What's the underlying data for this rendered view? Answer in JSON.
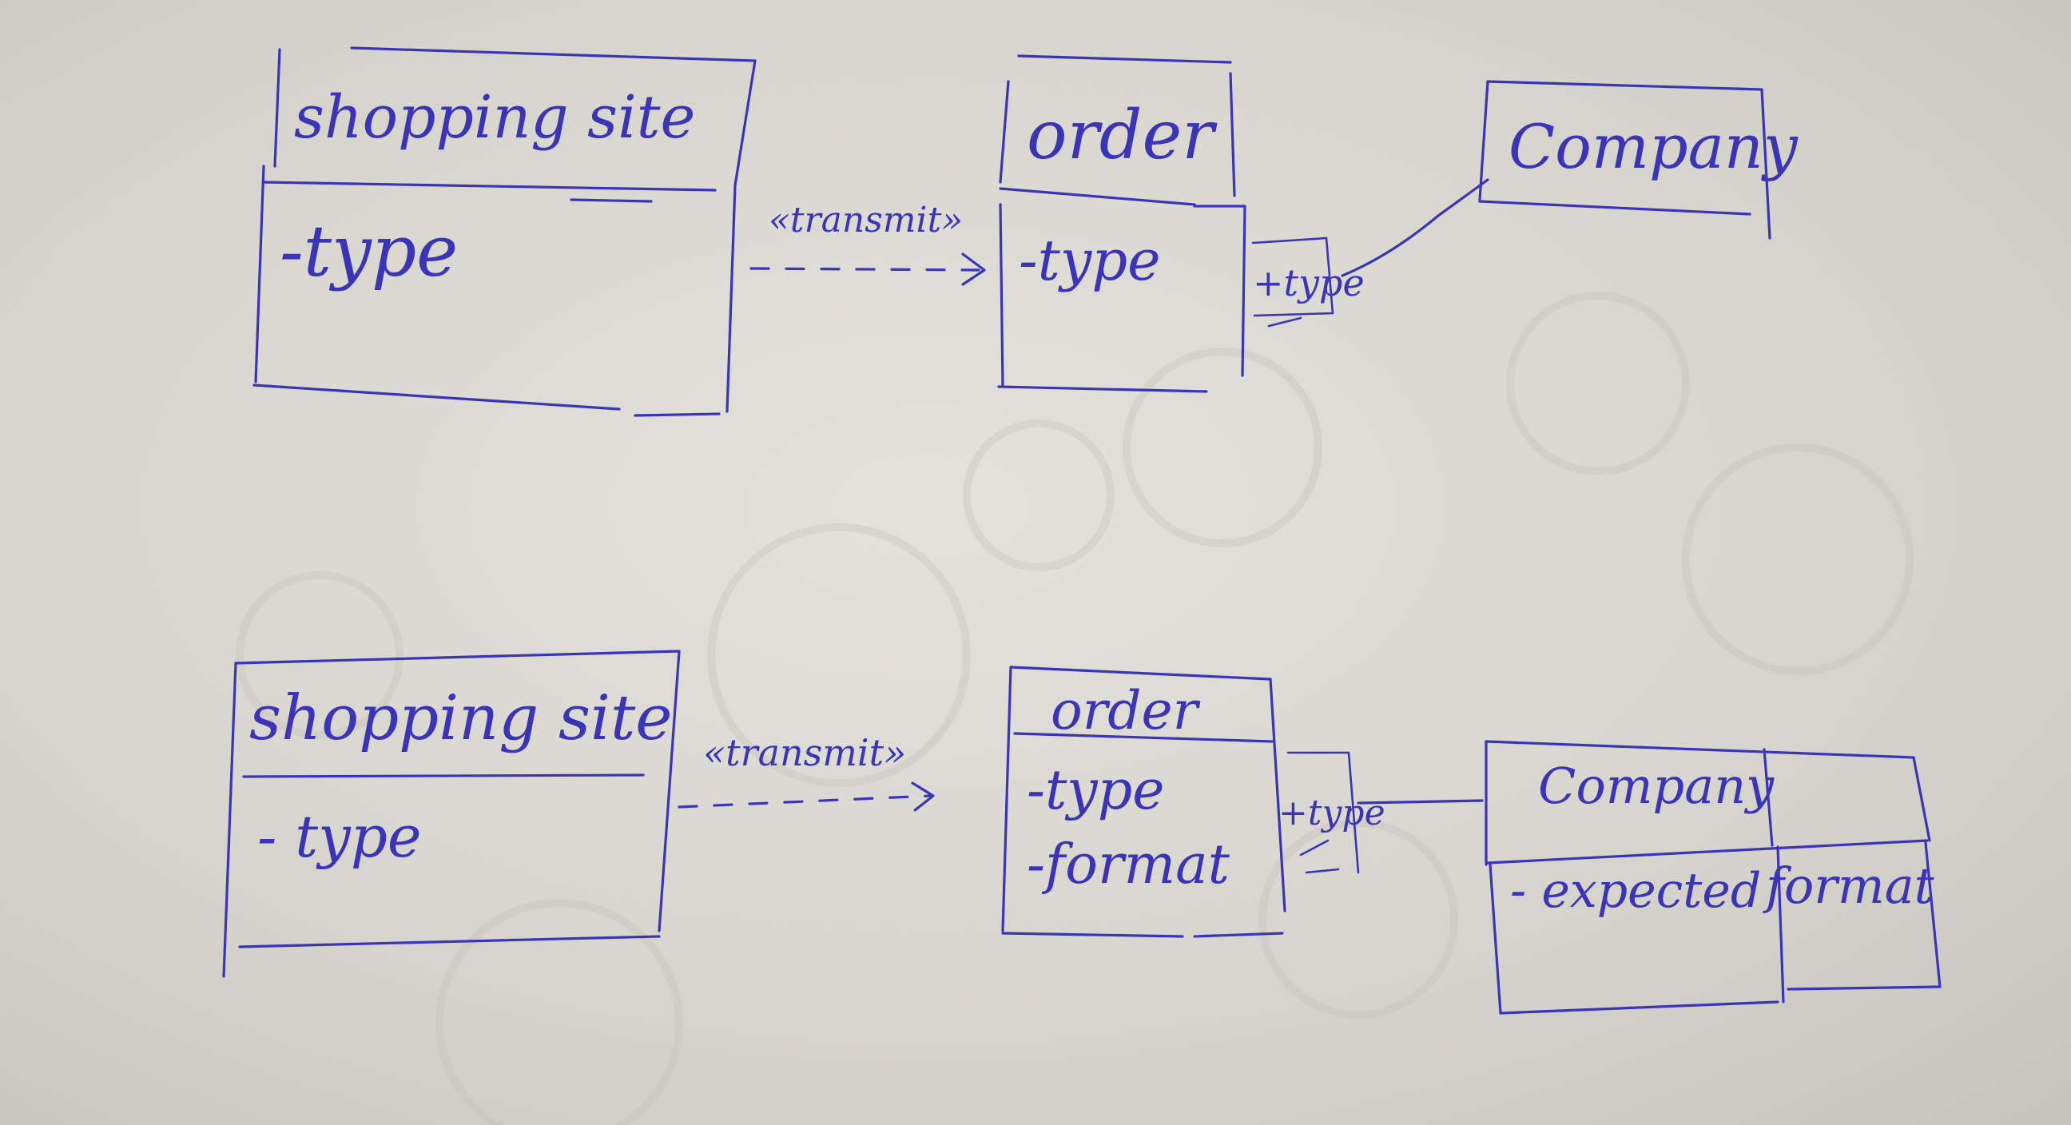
{
  "top_diagram": {
    "shopping_site": {
      "name": "shopping site",
      "attribute": "-type"
    },
    "relation": {
      "stereotype": "«transmit»"
    },
    "order": {
      "name": "order",
      "attribute": "-type"
    },
    "interface": {
      "label": "+type"
    },
    "company": {
      "name": "Company"
    }
  },
  "bottom_diagram": {
    "shopping_site": {
      "name": "shopping site",
      "attribute": "- type"
    },
    "relation": {
      "stereotype": "«transmit»"
    },
    "order": {
      "name": "order",
      "attributes": [
        "-type",
        "-format"
      ]
    },
    "interface": {
      "label": "+type"
    },
    "company": {
      "name": "Company",
      "attribute": "- expected",
      "attribute_extra": "format"
    }
  },
  "colors": {
    "ink": "#3a34b8",
    "paper": "#dcdad3"
  }
}
